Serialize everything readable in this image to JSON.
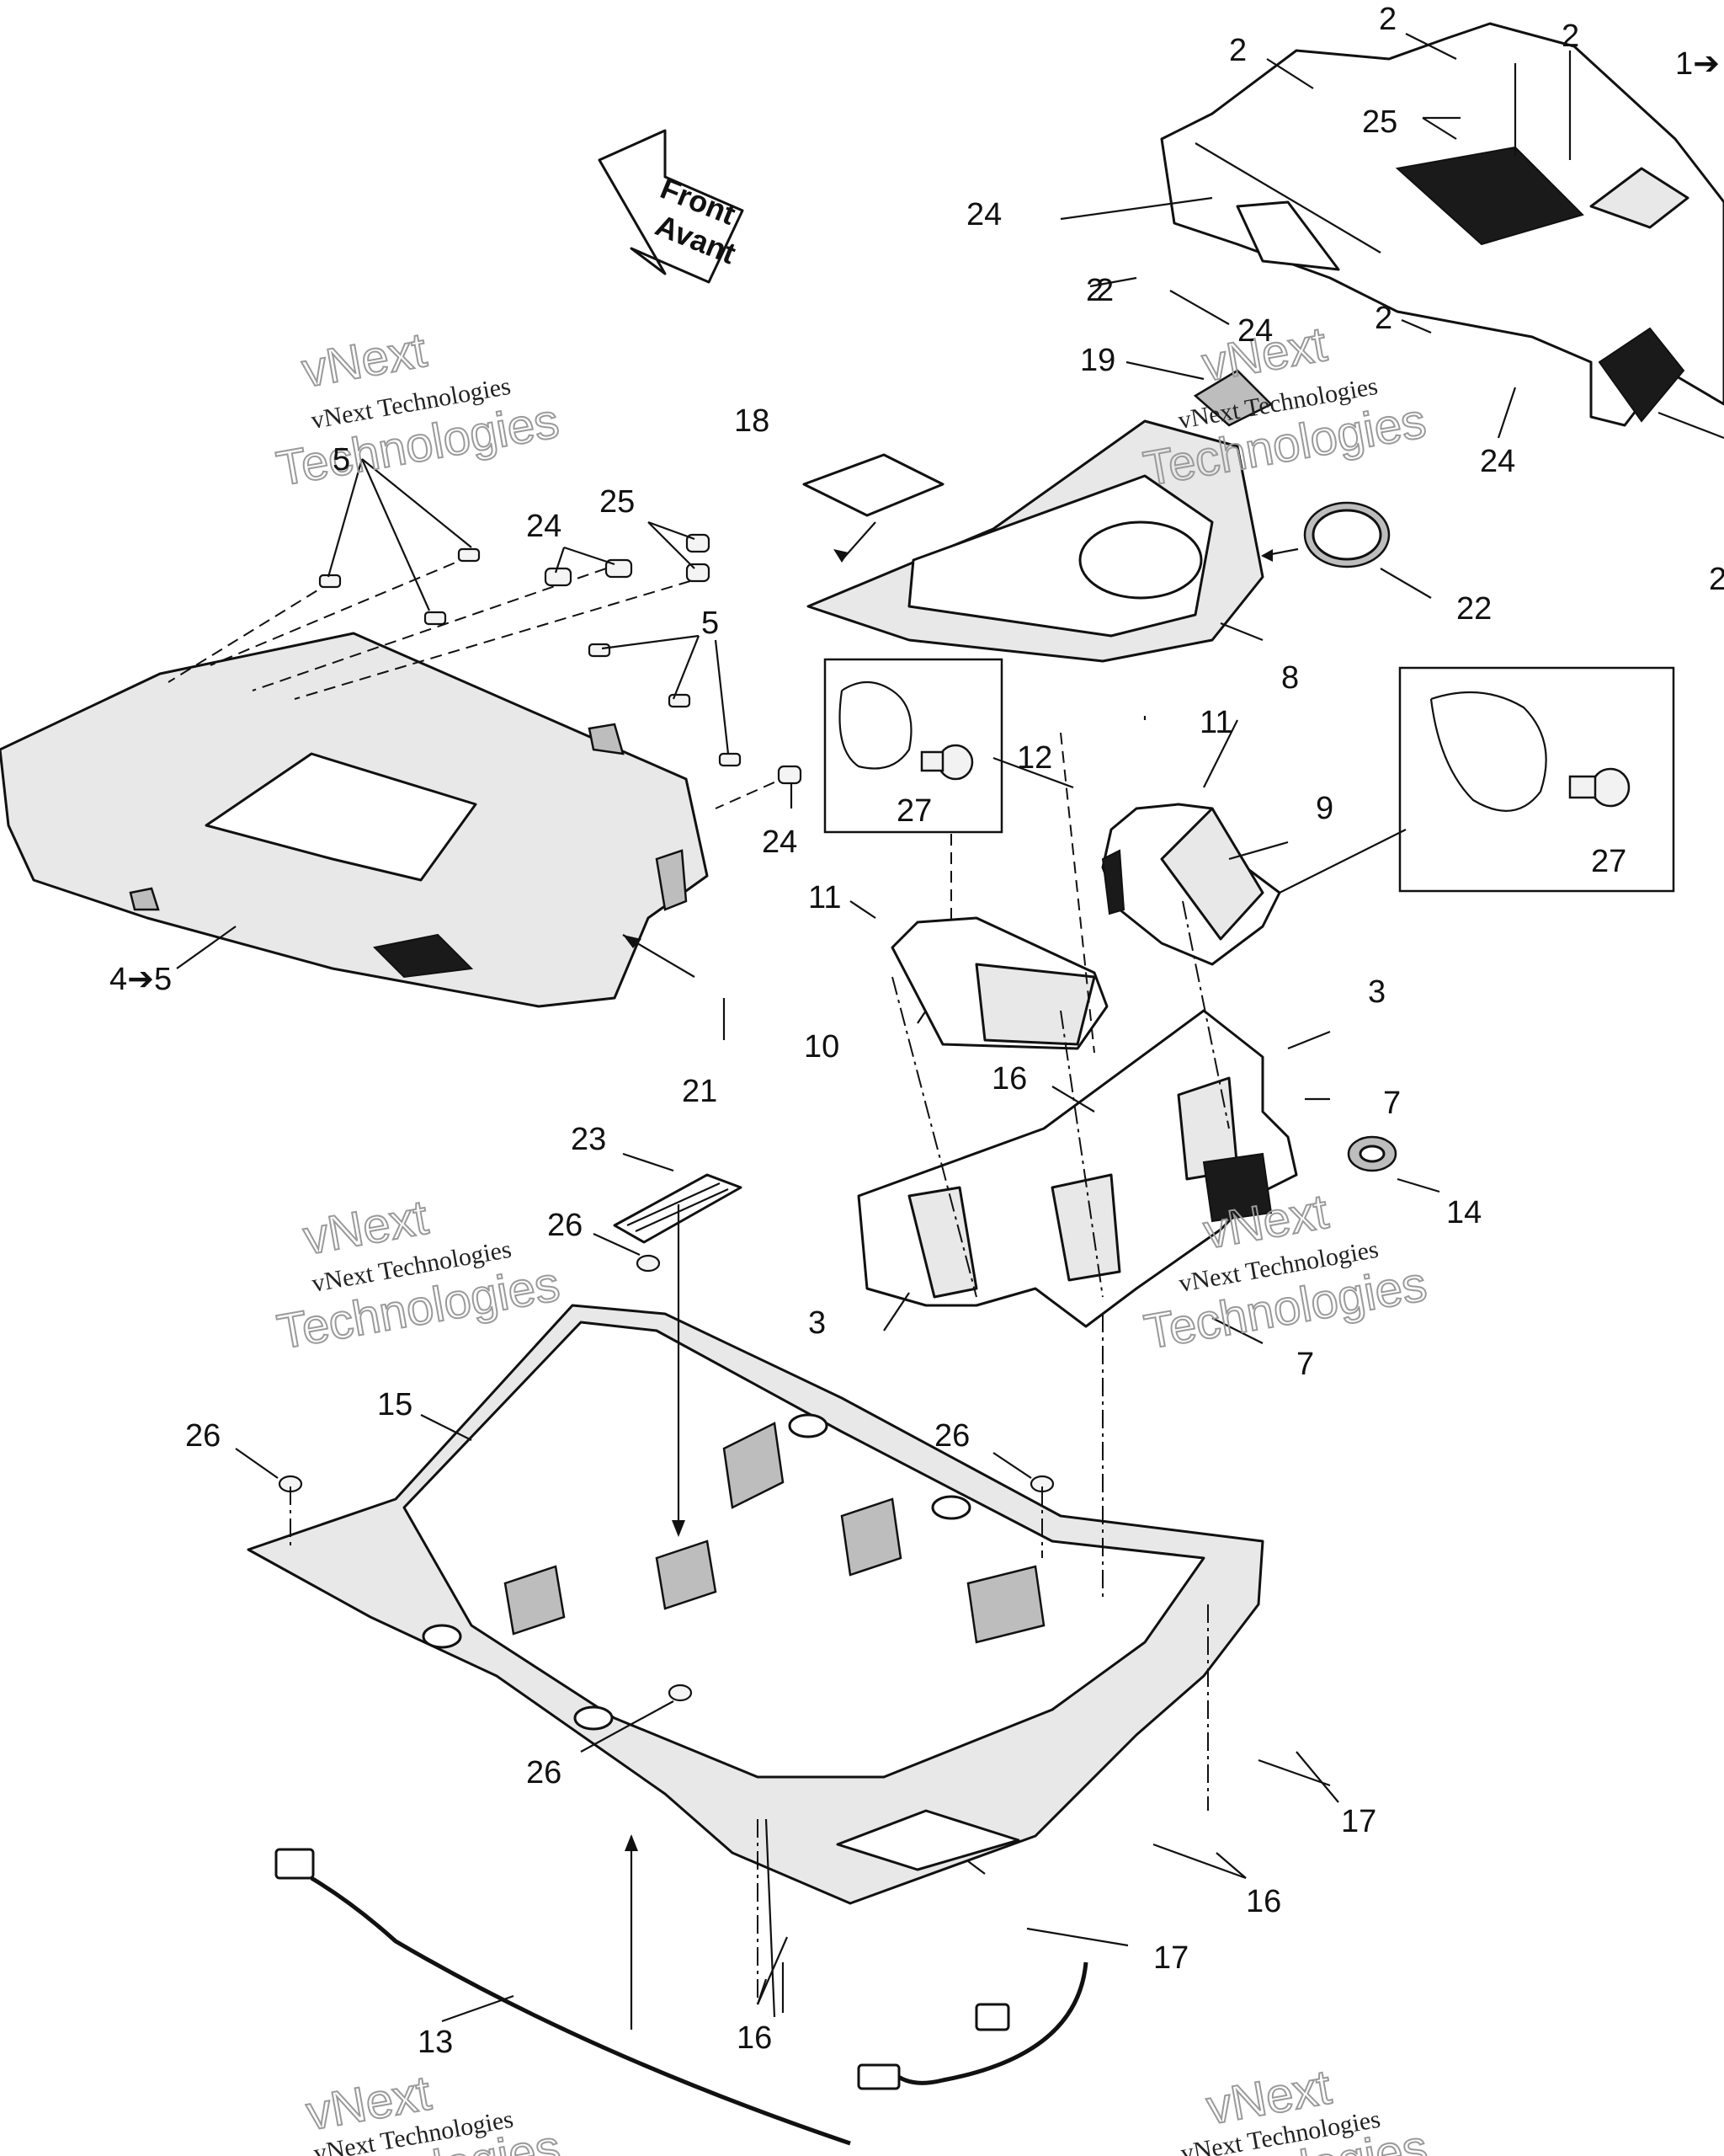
{
  "diagram": {
    "direction_arrow": {
      "line1": "Front",
      "line2": "Avant"
    },
    "watermarks": [
      {
        "line1": "vNext",
        "line2": "vNext Technologies",
        "line3": "Technologies"
      },
      {
        "line1": "vNext",
        "line2": "vNext Technologies",
        "line3": "Technologies"
      },
      {
        "line1": "vNext",
        "line2": "vNext Technologies",
        "line3": "Technologies"
      },
      {
        "line1": "vNext",
        "line2": "vNext Technologies",
        "line3": "Technologies"
      },
      {
        "line1": "vNext",
        "line2": "vNext Technologies",
        "line3": "Technologies"
      },
      {
        "line1": "vNext",
        "line2": "vNext Technologies",
        "line3": "Technologies"
      }
    ],
    "callouts": [
      "2",
      "2",
      "2",
      "2",
      "2",
      "1➔",
      "25",
      "24",
      "24",
      "24",
      "19",
      "18",
      "22",
      "8",
      "5",
      "24",
      "25",
      "5",
      "4➔5",
      "24",
      "21",
      "11",
      "27",
      "12",
      "11",
      "9",
      "27",
      "10",
      "3",
      "16",
      "7",
      "14",
      "23",
      "26",
      "3",
      "7",
      "15",
      "26",
      "26",
      "26",
      "13",
      "16",
      "17",
      "16",
      "17",
      "2",
      "2"
    ]
  }
}
